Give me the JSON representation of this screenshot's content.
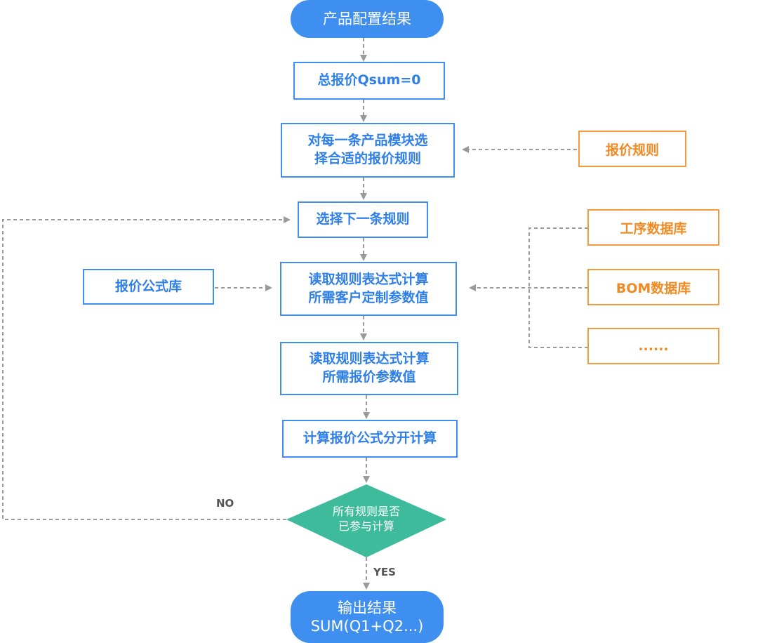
{
  "colors": {
    "primary": "#3e8ff0",
    "secondary": "#f39a3c",
    "decision": "#3dbb9a",
    "connector": "#9a9a9a"
  },
  "nodes": {
    "start": "产品配置结果",
    "init": "总报价Qsum=0",
    "select_rule": "对每一条产品模块选\n择合适的报价规则",
    "next_rule": "选择下一条规则",
    "read_custom": "读取规则表达式计算\n所需客户定制参数值",
    "read_quote": "读取规则表达式计算\n所需报价参数值",
    "compute": "计算报价公式分开计算",
    "decision": "所有规则是否\n已参与计算",
    "end": "输出结果\nSUM(Q1+Q2...)"
  },
  "sources": {
    "quote_rules": "报价规则",
    "formula_lib": "报价公式库",
    "process_db": "工序数据库",
    "bom_db": "BOM数据库",
    "more": "......"
  },
  "labels": {
    "no": "NO",
    "yes": "YES"
  }
}
